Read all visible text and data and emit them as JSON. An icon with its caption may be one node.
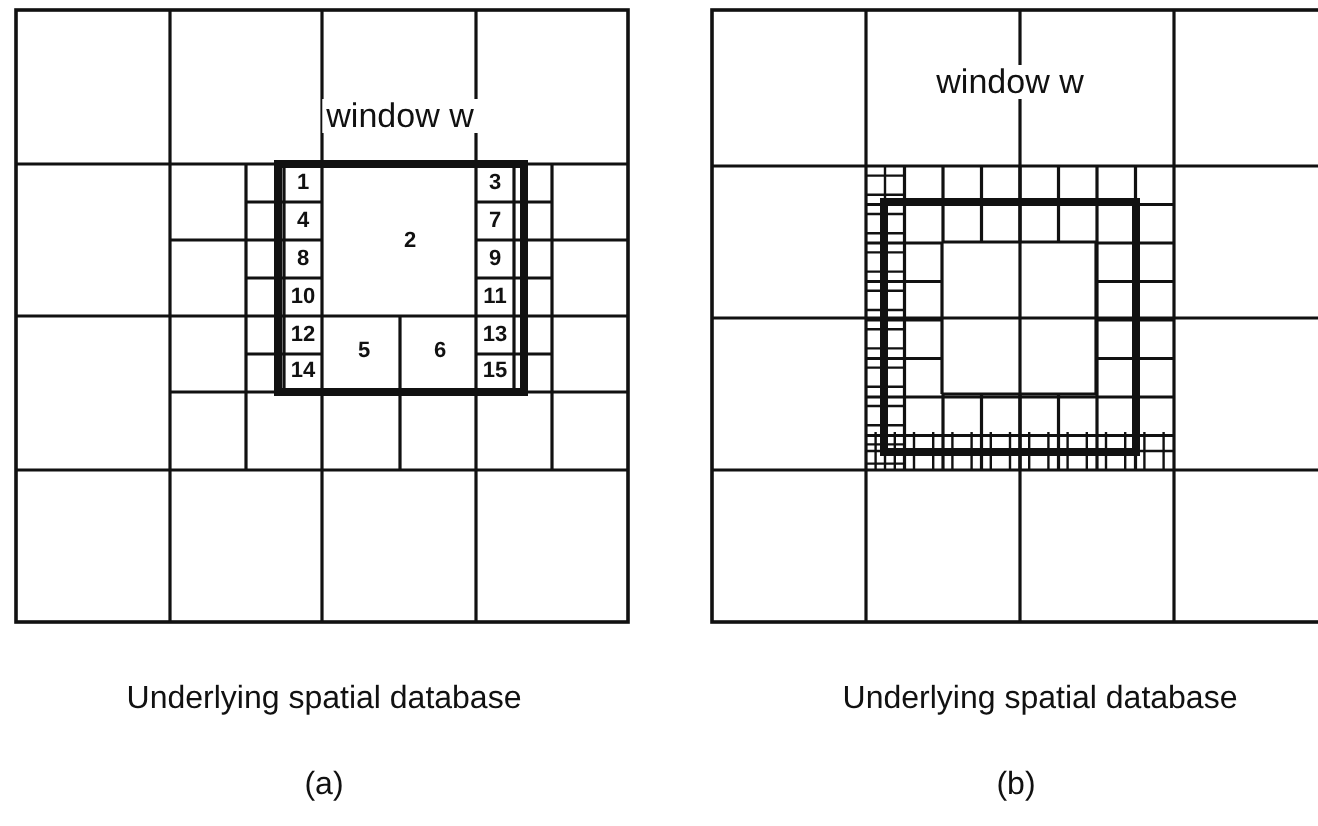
{
  "diagram": {
    "labels": [
      "window w",
      "1",
      "3",
      "4",
      "7",
      "2",
      "8",
      "9",
      "10",
      "11",
      "12",
      "5",
      "6",
      "13",
      "14",
      "15",
      "Underlying spatial database",
      "(a)",
      "window w",
      "Underlying spatial database",
      "(b)"
    ]
  }
}
